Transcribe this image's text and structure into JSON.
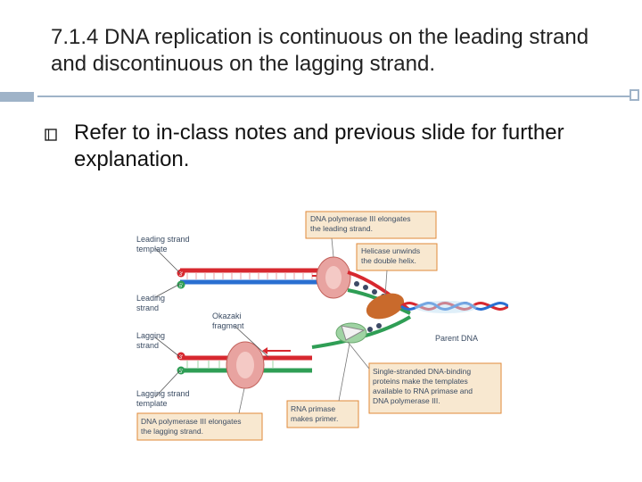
{
  "slide": {
    "title": "7.1.4 DNA replication is continuous on the leading strand and discontinuous on the lagging strand.",
    "bullet": "Refer to in-class notes and previous slide for further explanation."
  },
  "figure": {
    "leading_template": [
      "Leading strand",
      "template"
    ],
    "leading_strand": [
      "Leading",
      "strand"
    ],
    "okazaki": [
      "Okazaki",
      "fragment"
    ],
    "lagging_strand": [
      "Lagging",
      "strand"
    ],
    "lagging_template": [
      "Lagging strand",
      "template"
    ],
    "pol3_leading": [
      "DNA polymerase III elongates",
      "the leading strand."
    ],
    "helicase": [
      "Helicase unwinds",
      "the double helix."
    ],
    "parent_dna": "Parent DNA",
    "ssb": [
      "Single-stranded DNA-binding",
      "proteins make the templates",
      "available to RNA primase and",
      "DNA polymerase III."
    ],
    "primase": [
      "RNA primase",
      "makes primer."
    ],
    "pol3_lagging": [
      "DNA polymerase III elongates",
      "the lagging strand."
    ],
    "end_label_3": "3'",
    "end_label_5": "5'",
    "colors": {
      "strand_red": "#d7282f",
      "strand_blue": "#2a6fd1",
      "strand_green": "#2f9e55",
      "callout_bg": "#f8e8d0",
      "callout_border": "#e08a3a"
    }
  }
}
